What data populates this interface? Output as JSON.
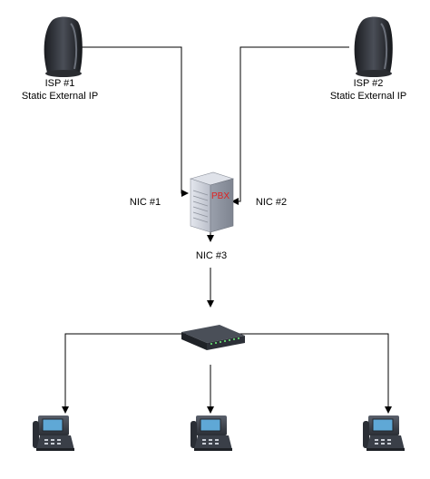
{
  "diagram": {
    "isp1": {
      "name": "ISP #1",
      "sub": "Static External IP"
    },
    "isp2": {
      "name": "ISP #2",
      "sub": "Static External IP"
    },
    "pbx": {
      "label": "PBX"
    },
    "nic1": "NIC #1",
    "nic2": "NIC #2",
    "nic3": "NIC #3",
    "icons": {
      "modem": "modem-icon",
      "server": "pbx-server-icon",
      "switch": "network-switch-icon",
      "phone": "ip-phone-icon"
    },
    "colors": {
      "line": "#000000",
      "pbx_label": "#e02020",
      "server": "#c8ccd6",
      "phone": "#3a3f48",
      "screen": "#5fa8d6"
    }
  }
}
